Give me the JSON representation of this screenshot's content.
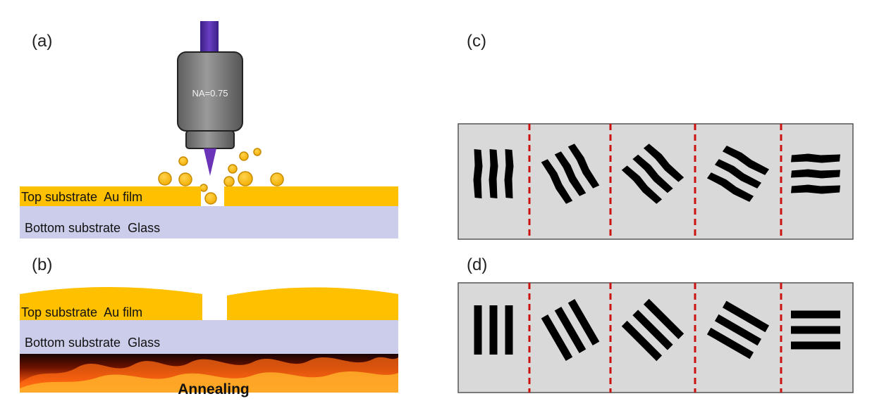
{
  "panels": {
    "a": {
      "label": "(a)"
    },
    "b": {
      "label": "(b)"
    },
    "c": {
      "label": "(c)"
    },
    "d": {
      "label": "(d)"
    }
  },
  "objective": {
    "label": "NA=0.75"
  },
  "layers": {
    "top_substrate": "Top substrate  Au film",
    "bottom_substrate": "Bottom substrate  Glass"
  },
  "annealing": {
    "label": "Annealing"
  },
  "colors": {
    "gold": "#ffc000",
    "glass": "#cccceb",
    "objective_body": "#7f7f7f",
    "laser": "#5b2ea6",
    "panel_bg": "#d9d9d9",
    "divider": "#cc1111",
    "stripe": "#000000"
  },
  "stripe_groups": {
    "angles_deg": [
      0,
      30,
      45,
      60,
      90
    ]
  }
}
